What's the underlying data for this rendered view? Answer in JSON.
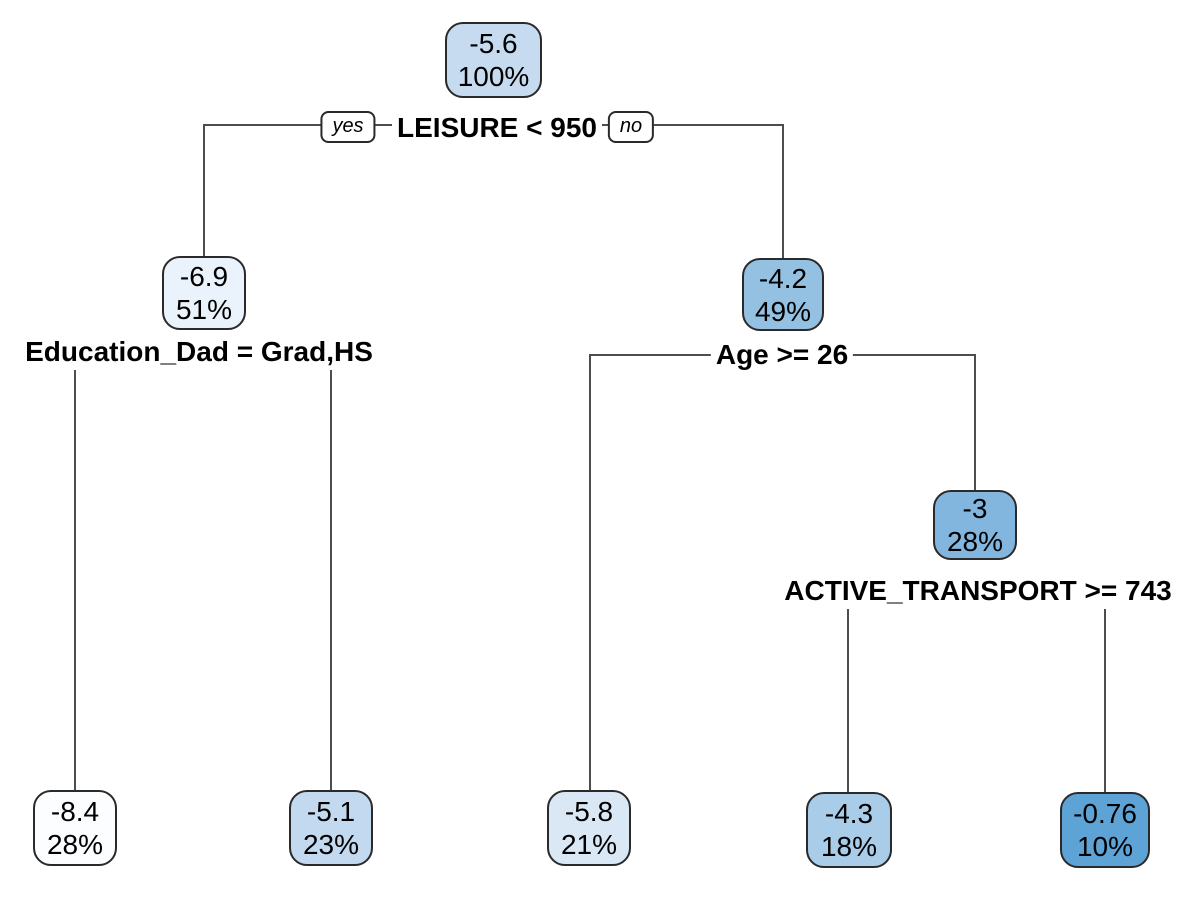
{
  "figure": {
    "type": "decision-tree",
    "background": "#ffffff"
  },
  "colors": {
    "line": "#4d4d4d",
    "node_border": "#2a2a2a",
    "text": "#000000",
    "label_background": "#ffffff"
  },
  "splits": {
    "root_split": {
      "label": "LEISURE < 950",
      "yes": "yes",
      "no": "no"
    },
    "left_split": {
      "label": "Education_Dad = Grad,HS"
    },
    "right_split": {
      "label": "Age >= 26"
    },
    "right_right_split": {
      "label": "ACTIVE_TRANSPORT >= 743"
    }
  },
  "nodes": {
    "root": {
      "value": "-5.6",
      "pct": "100%",
      "fill": "#c6dbf0"
    },
    "left": {
      "value": "-6.9",
      "pct": "51%",
      "fill": "#eaf2fb"
    },
    "right": {
      "value": "-4.2",
      "pct": "49%",
      "fill": "#94c0e2"
    },
    "right_right": {
      "value": "-3",
      "pct": "28%",
      "fill": "#82b6de"
    },
    "leaf1": {
      "value": "-8.4",
      "pct": "28%",
      "fill": "#fbfdff"
    },
    "leaf2": {
      "value": "-5.1",
      "pct": "23%",
      "fill": "#c2d9ef"
    },
    "leaf3": {
      "value": "-5.8",
      "pct": "21%",
      "fill": "#dae8f6"
    },
    "leaf4": {
      "value": "-4.3",
      "pct": "18%",
      "fill": "#a9cce9"
    },
    "leaf5": {
      "value": "-0.76",
      "pct": "10%",
      "fill": "#5da3d5"
    }
  },
  "tree_structure": {
    "root": {
      "split": "LEISURE < 950",
      "yes": {
        "node": "-6.9 / 51%",
        "split": "Education_Dad = Grad,HS",
        "children": [
          "-8.4 / 28%",
          "-5.1 / 23%"
        ]
      },
      "no": {
        "node": "-4.2 / 49%",
        "split": "Age >= 26",
        "children": [
          "-5.8 / 21%",
          {
            "node": "-3 / 28%",
            "split": "ACTIVE_TRANSPORT >= 743",
            "children": [
              "-4.3 / 18%",
              "-0.76 / 10%"
            ]
          }
        ]
      }
    }
  }
}
